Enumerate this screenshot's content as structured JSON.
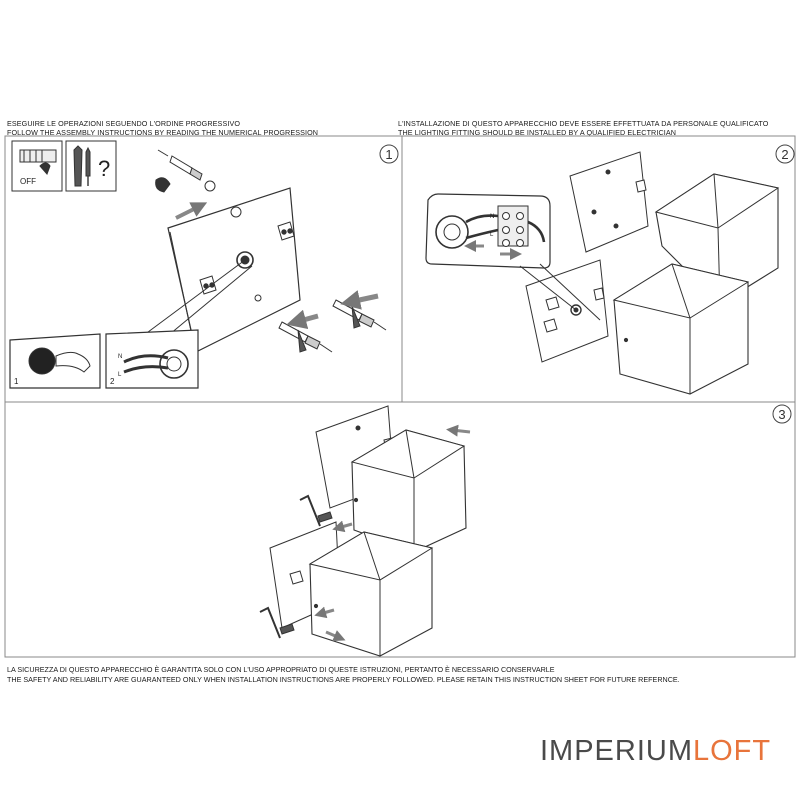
{
  "header_left": {
    "line1": "ESEGUIRE LE OPERAZIONI SEGUENDO L'ORDINE PROGRESSIVO",
    "line2": "FOLLOW THE ASSEMBLY INSTRUCTIONS BY READING THE NUMERICAL PROGRESSION"
  },
  "header_right": {
    "line1": "L'INSTALLAZIONE DI QUESTO APPARECCHIO DEVE ESSERE EFFETTUATA DA PERSONALE QUALIFICATO",
    "line2": "THE LIGHTING FITTING SHOULD BE INSTALLED BY A QUALIFIED ELECTRICIAN"
  },
  "steps": [
    {
      "number": "1"
    },
    {
      "number": "2"
    },
    {
      "number": "3"
    }
  ],
  "step1": {
    "off_label": "OFF",
    "question_mark": "?",
    "detail1_number": "1",
    "detail2_number": "2",
    "wire_labels": [
      "N",
      "L"
    ]
  },
  "step2": {
    "terminal_labels": [
      "N",
      "L"
    ]
  },
  "footer": {
    "line1": "LA SICUREZZA DI QUESTO APPARECCHIO È GARANTITA SOLO CON L'USO APPROPRIATO DI QUESTE ISTRUZIONI, PERTANTO È NECESSARIO CONSERVARLE",
    "line2": "THE SAFETY AND RELIABILITY ARE GUARANTEED ONLY WHEN INSTALLATION INSTRUCTIONS ARE PROPERLY FOLLOWED. PLEASE RETAIN THIS INSTRUCTION SHEET FOR FUTURE REFERNCE."
  },
  "brand": {
    "part1": "IMPERIUM",
    "part2": "LOFT",
    "part1_color": "#4a4a4a",
    "part2_color": "#e8743b"
  },
  "icons": [
    "power-off-switch-icon",
    "drill-screwdriver-icon",
    "question-icon",
    "arrow-icon"
  ]
}
